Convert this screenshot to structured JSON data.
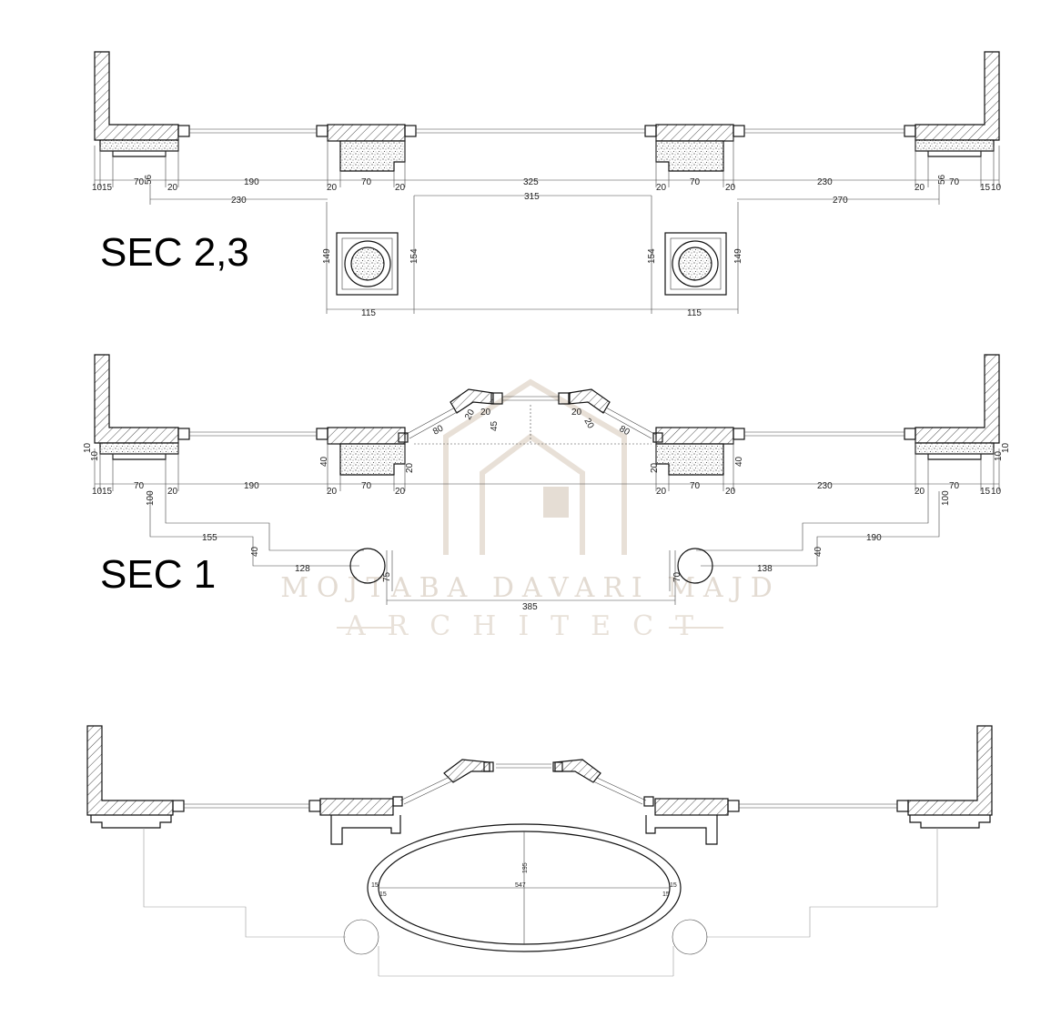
{
  "titles": {
    "sec23": "SEC 2,3",
    "sec1": "SEC 1"
  },
  "watermark": {
    "name": "MOJTABA DAVARI MAJD",
    "role": "ARCHITECT"
  },
  "sec23": {
    "row1": [
      "10",
      "15",
      "70",
      "56",
      "20",
      "190",
      "20",
      "70",
      "20",
      "325",
      "20",
      "70",
      "20",
      "230",
      "20",
      "56",
      "70",
      "15",
      "10"
    ],
    "row2": [
      "230",
      "315",
      "270"
    ],
    "verticals": [
      "149",
      "154",
      "154",
      "149"
    ],
    "bottom": [
      "115",
      "115"
    ]
  },
  "sec1": {
    "bay": [
      "100",
      "20",
      "20",
      "20",
      "20",
      "80",
      "80",
      "45"
    ],
    "side": [
      "10",
      "10",
      "40",
      "40",
      "20",
      "20",
      "10",
      "10"
    ],
    "row1": [
      "10",
      "15",
      "70",
      "20",
      "190",
      "20",
      "70",
      "20",
      "20",
      "70",
      "20",
      "230",
      "20",
      "70",
      "15",
      "10"
    ],
    "offsets": [
      "100",
      "100",
      "155",
      "190",
      "40",
      "40",
      "128",
      "138",
      "75",
      "70",
      "385"
    ]
  },
  "plan": {
    "ellipse": [
      "547",
      "195",
      "15",
      "15",
      "15",
      "15"
    ]
  },
  "colors": {
    "line": "#111111",
    "watermark": "#e0d8ce"
  }
}
